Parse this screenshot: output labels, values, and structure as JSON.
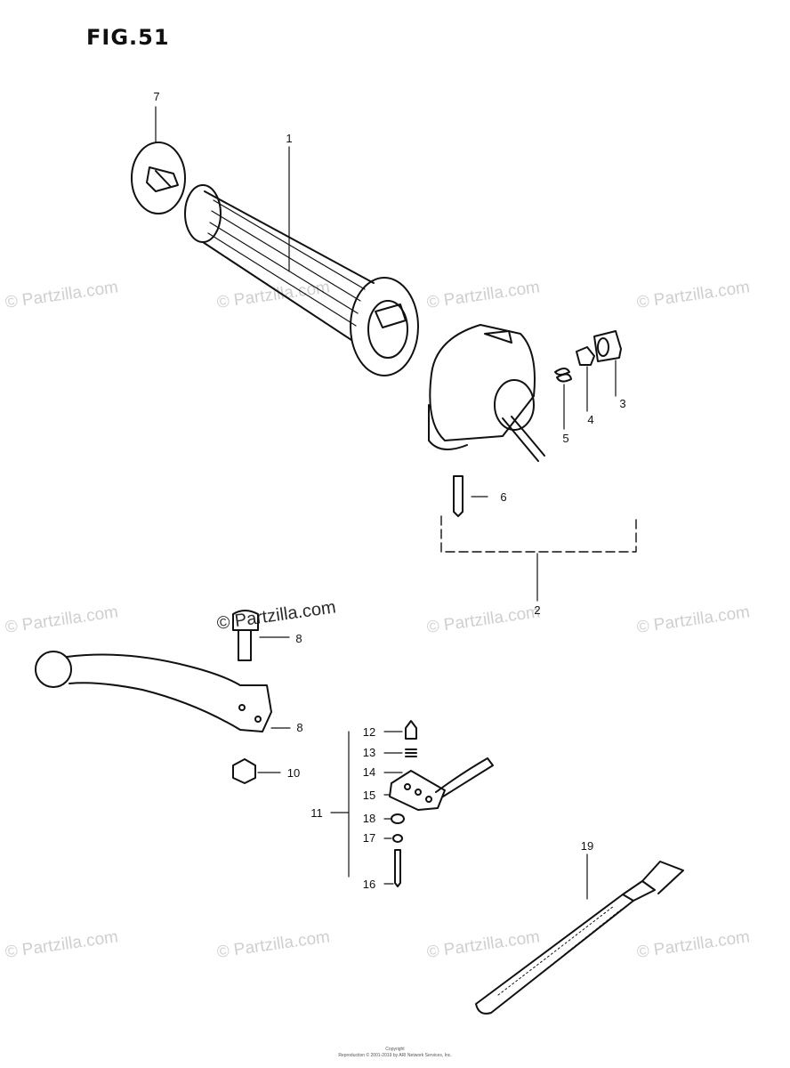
{
  "figure": {
    "title": "FIG.51"
  },
  "watermark": {
    "text": "© Partzilla.com"
  },
  "callouts": {
    "p1": "1",
    "p2": "2",
    "p3": "3",
    "p4": "4",
    "p5": "5",
    "p6": "6",
    "p7": "7",
    "p8a": "8",
    "p8b": "8",
    "p10": "10",
    "p11": "11",
    "p12": "12",
    "p13": "13",
    "p14": "14",
    "p15": "15",
    "p16": "16",
    "p17": "17",
    "p18": "18",
    "p19": "19"
  },
  "footer": {
    "line1": "Copyright",
    "line2": "Reproduction © 2001-2019 by ARI Network Services, Inc."
  }
}
